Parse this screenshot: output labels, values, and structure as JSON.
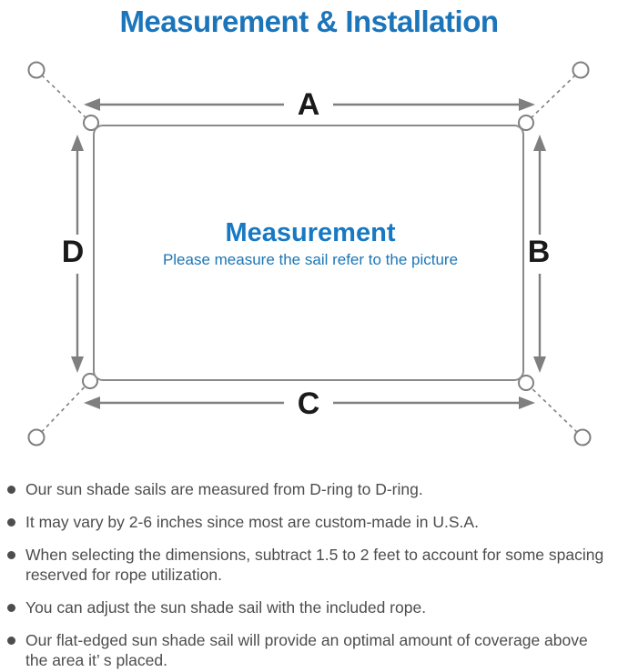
{
  "title": "Measurement & Installation",
  "diagram": {
    "labels": {
      "top": "A",
      "right": "B",
      "bottom": "C",
      "left": "D"
    },
    "center_heading": "Measurement",
    "center_subtitle": "Please measure the sail refer to the picture",
    "colors": {
      "title_blue": "#1b75bb",
      "heading_blue": "#1779c4",
      "subtitle_blue": "#1d76b5",
      "line_gray": "#7f7f7f",
      "label_black": "#1a1a1a"
    }
  },
  "notes": {
    "items": [
      "Our sun shade sails are measured from D-ring to D-ring.",
      "It may vary by 2-6 inches since most are custom-made in U.S.A.",
      "When selecting the dimensions, subtract 1.5 to 2 feet to account for some spacing reserved for rope utilization.",
      "You can adjust the sun shade sail with the included rope.",
      "Our flat-edged sun shade sail will provide an optimal amount of coverage above the area it’ s placed."
    ]
  }
}
